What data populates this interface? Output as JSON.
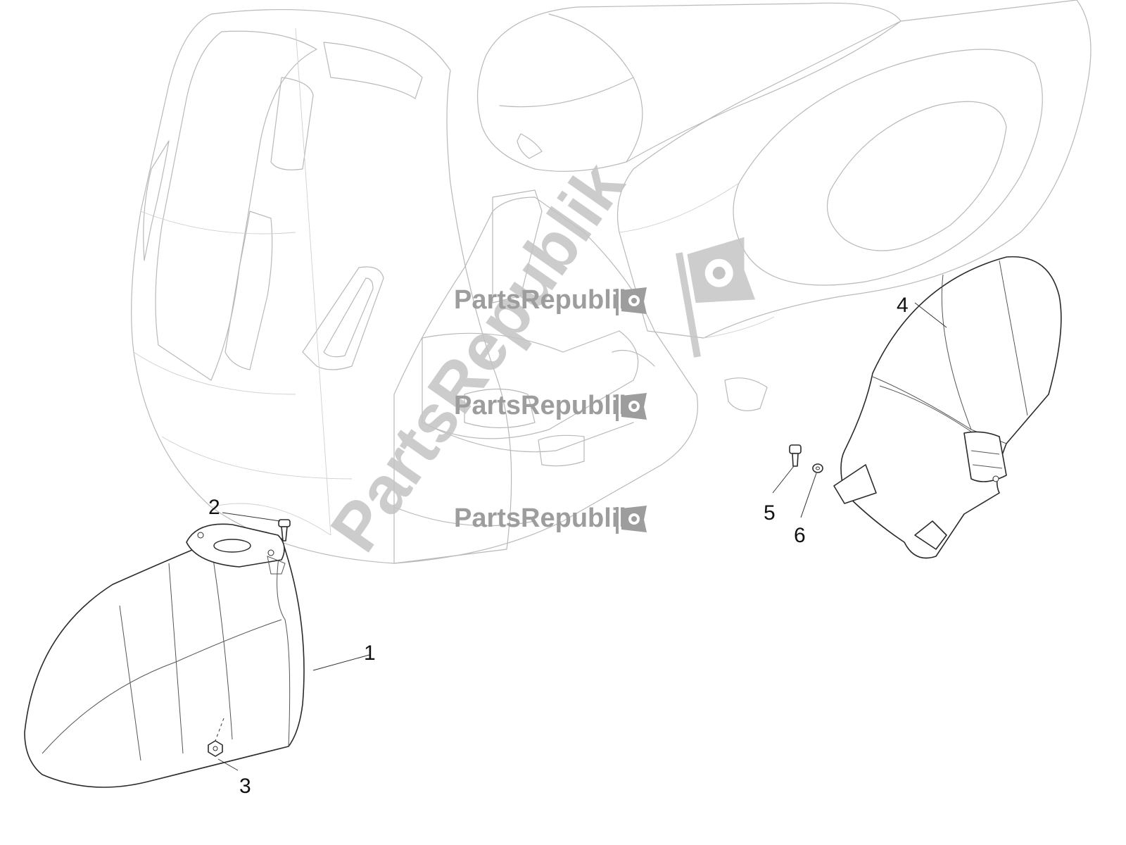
{
  "callouts": [
    {
      "id": "1",
      "label": "1"
    },
    {
      "id": "2",
      "label": "2"
    },
    {
      "id": "3",
      "label": "3"
    },
    {
      "id": "4",
      "label": "4"
    },
    {
      "id": "5",
      "label": "5"
    },
    {
      "id": "6",
      "label": "6"
    }
  ],
  "watermark": {
    "brand": "PartsRepublik",
    "icon": "gear-flag-icon",
    "color": "#9d9d9d"
  }
}
